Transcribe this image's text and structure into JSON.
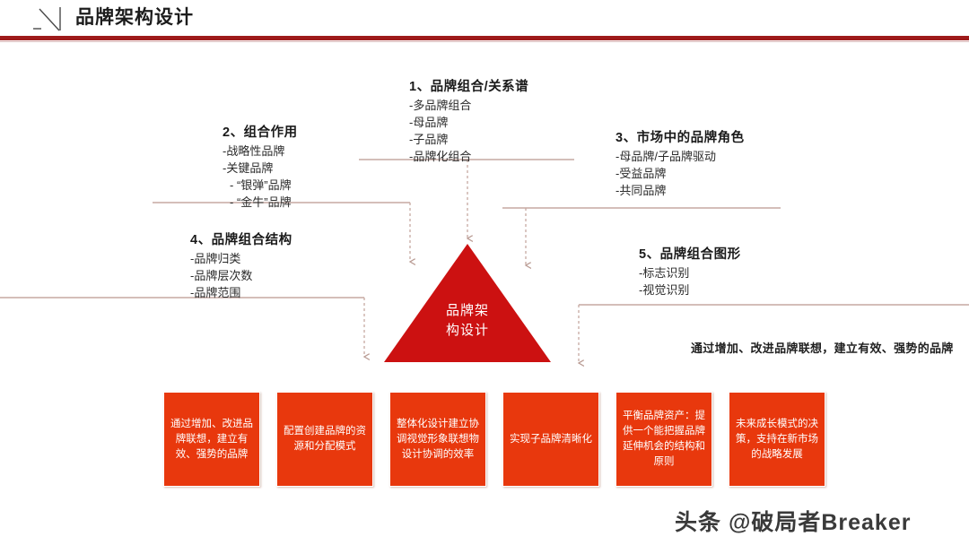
{
  "header": {
    "title": "品牌架构设计",
    "icon": "diagonal-slash-icon",
    "rule_color": "#9E1B1B"
  },
  "colors": {
    "triangle_red": "#CC1111",
    "box_red": "#E8380D",
    "header_red": "#9E1B1B",
    "connector_line": "#C6A9A2",
    "text_dark": "#231F20"
  },
  "blocks": [
    {
      "id": "1",
      "title": "1、品牌组合/关系谱",
      "items": [
        "-多品牌组合",
        "-母品牌",
        "-子品牌",
        "-品牌化组合"
      ]
    },
    {
      "id": "2",
      "title": "2、组合作用",
      "items": [
        "-战略性品牌",
        "-关键品牌",
        "- “银弹”品牌",
        "- “金牛”品牌"
      ]
    },
    {
      "id": "3",
      "title": "3、市场中的品牌角色",
      "items": [
        "-母品牌/子品牌驱动",
        "-受益品牌",
        "-共同品牌"
      ]
    },
    {
      "id": "4",
      "title": "4、品牌组合结构",
      "items": [
        "-品牌归类",
        "-品牌层次数",
        "-品牌范围"
      ]
    },
    {
      "id": "5",
      "title": "5、品牌组合图形",
      "items": [
        "-标志识别",
        "-视觉识别"
      ]
    }
  ],
  "center": {
    "label_line1": "品牌架",
    "label_line2": "构设计",
    "shape": "triangle"
  },
  "right_caption": "通过增加、改进品牌联想，建立有效、强势的品牌",
  "bottom_boxes": [
    {
      "text": "通过增加、改进品牌联想，建立有效、强势的品牌"
    },
    {
      "text": "配置创建品牌的资源和分配模式"
    },
    {
      "text": "整体化设计建立协调视觉形象联想物设计协调的效率"
    },
    {
      "text": "实现子品牌清晰化"
    },
    {
      "text": "平衡品牌资产：提供一个能把握品牌延伸机会的结构和原则"
    },
    {
      "text": "未来成长模式的决策，支持在新市场的战略发展"
    }
  ],
  "watermark": "头条 @破局者Breaker"
}
